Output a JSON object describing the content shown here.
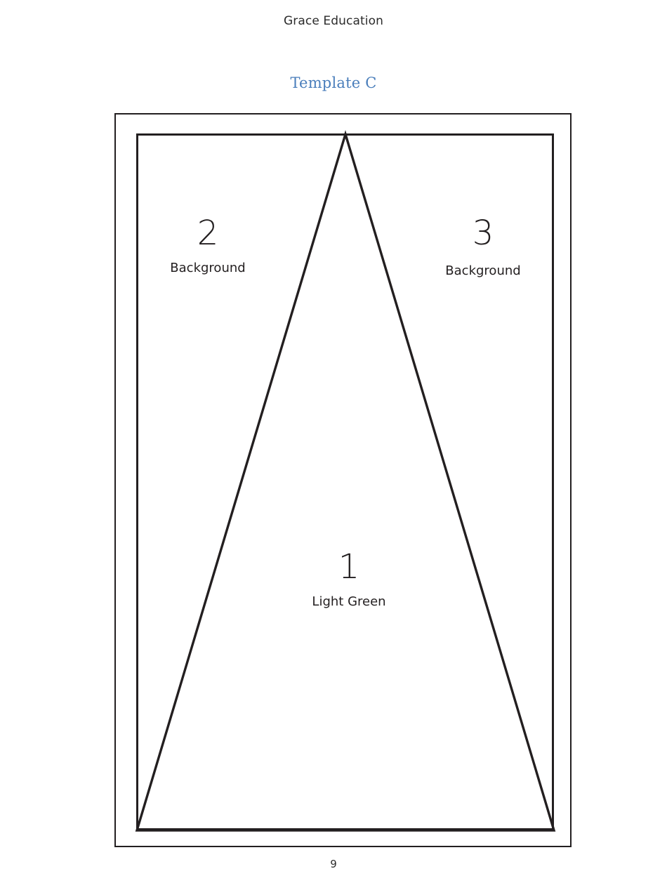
{
  "document": {
    "header": "Grace Education",
    "template_title": "Template C",
    "page_number": "9"
  },
  "colors": {
    "accent_blue": "#4a7ebb",
    "line_dark": "#231f20",
    "page_background": "#ffffff"
  },
  "template": {
    "outer_border_color": "#231f20",
    "inner_border_color": "#231f20",
    "shape_name": "triangle",
    "regions": [
      {
        "number": "1",
        "name": "Light Green",
        "area": "triangle-body"
      },
      {
        "number": "2",
        "name": "Background",
        "area": "upper-left"
      },
      {
        "number": "3",
        "name": "Background",
        "area": "upper-right"
      }
    ]
  }
}
